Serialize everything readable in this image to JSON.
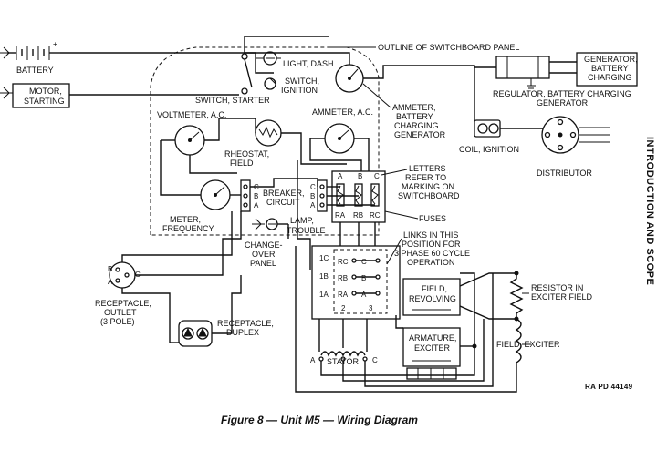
{
  "figure": {
    "caption": "Figure 8 — Unit M5 — Wiring Diagram",
    "side_title": "INTRODUCTION AND SCOPE",
    "reference_code": "RA PD 44149"
  },
  "labels": {
    "battery": "BATTERY",
    "motor_1": "MOTOR,",
    "motor_2": "STARTING",
    "switch_starter": "SWITCH, STARTER",
    "outline": "OUTLINE OF SWITCHBOARD PANEL",
    "light_dash": "LIGHT, DASH",
    "switch_ign_1": "SWITCH,",
    "switch_ign_2": "IGNITION",
    "ammeter_bc_1": "AMMETER,",
    "ammeter_bc_2": "BATTERY",
    "ammeter_bc_3": "CHARGING",
    "ammeter_bc_4": "GENERATOR",
    "voltmeter": "VOLTMETER, A.C.",
    "ammeter_ac": "AMMETER, A.C.",
    "rheostat_1": "RHEOSTAT,",
    "rheostat_2": "FIELD",
    "breaker_1": "BREAKER,",
    "breaker_2": "CIRCUIT",
    "meter_freq_1": "METER,",
    "meter_freq_2": "FREQUENCY",
    "letters_1": "LETTERS",
    "letters_2": "REFER TO",
    "letters_3": "MARKING ON",
    "letters_4": "SWITCHBOARD",
    "fuses": "FUSES",
    "lamp_1": "LAMP,",
    "lamp_2": "TROUBLE",
    "changeover_1": "CHANGE-",
    "changeover_2": "OVER",
    "changeover_3": "PANEL",
    "links_1": "LINKS IN THIS",
    "links_2": "POSITION FOR",
    "links_3": "3 PHASE 60 CYCLE",
    "links_4": "OPERATION",
    "field_rev_1": "FIELD,",
    "field_rev_2": "REVOLVING",
    "resistor_1": "RESISTOR IN",
    "resistor_2": "EXCITER FIELD",
    "armature_1": "ARMATURE,",
    "armature_2": "EXCITER",
    "field_exciter": "FIELD, EXCITER",
    "stator": "STATOR",
    "receptacle_outlet_1": "RECEPTACLE,",
    "receptacle_outlet_2": "OUTLET",
    "receptacle_outlet_3": "(3 POLE)",
    "receptacle_duplex_1": "RECEPTACLE,",
    "receptacle_duplex_2": "DUPLEX",
    "generator_1": "GENERATOR,",
    "generator_2": "BATTERY",
    "generator_3": "CHARGING",
    "regulator_1": "REGULATOR, BATTERY CHARGING",
    "regulator_2": "GENERATOR",
    "coil_ignition": "COIL, IGNITION",
    "distributor": "DISTRIBUTOR"
  },
  "terminals": {
    "a": "A",
    "b": "B",
    "c": "C",
    "ra": "RA",
    "rb": "RB",
    "rc": "RC",
    "one_c": "1C",
    "one_b": "1B",
    "one_a": "1A",
    "two": "2",
    "three": "3",
    "plus": "+",
    "minus": "−"
  }
}
